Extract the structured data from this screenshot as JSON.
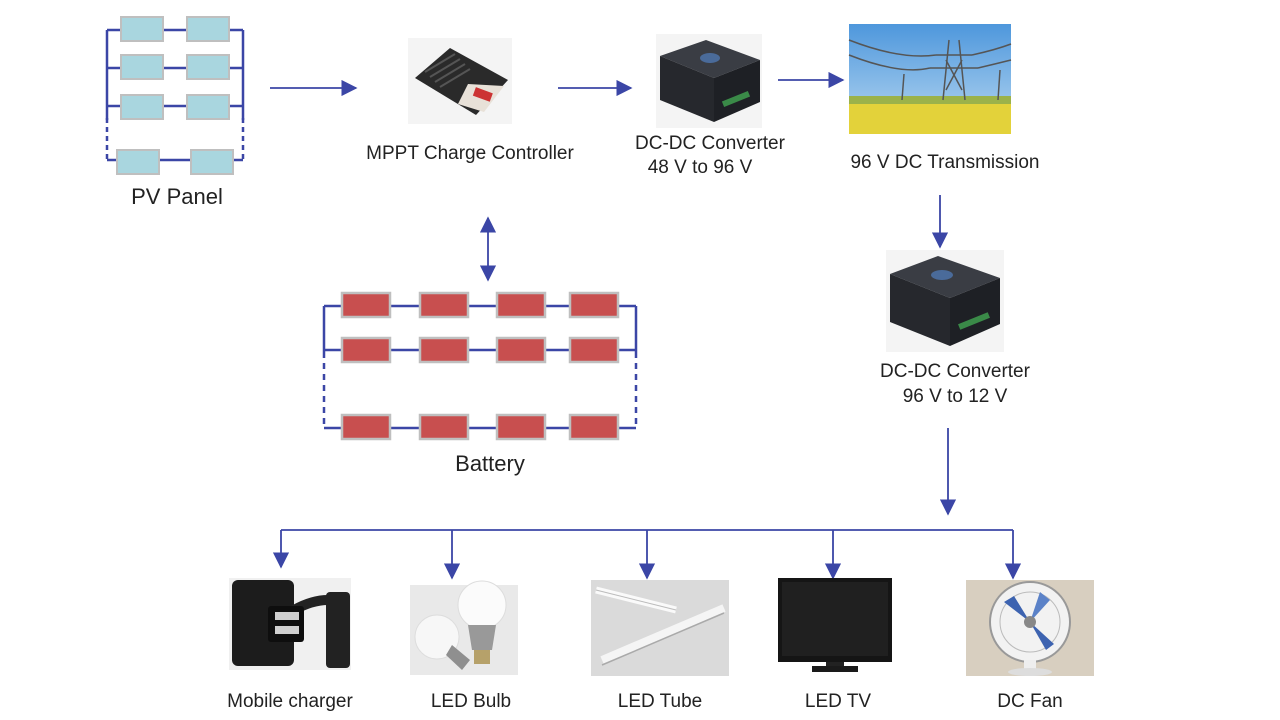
{
  "labels": {
    "pv_panel": "PV Panel",
    "mppt": "MPPT Charge Controller",
    "dcdc1_line1": "DC-DC Converter",
    "dcdc1_line2": "48 V to 96 V",
    "transmission": "96 V DC Transmission",
    "dcdc2_line1": "DC-DC Converter",
    "dcdc2_line2": "96 V to 12 V",
    "battery": "Battery"
  },
  "loads": [
    {
      "label": "Mobile charger",
      "icon": "mobile-charger-icon"
    },
    {
      "label": "LED Bulb",
      "icon": "led-bulb-icon"
    },
    {
      "label": "LED Tube",
      "icon": "led-tube-icon"
    },
    {
      "label": "LED TV",
      "icon": "led-tv-icon"
    },
    {
      "label": "DC Fan",
      "icon": "dc-fan-icon"
    }
  ],
  "colors": {
    "wire": "#3b46a6",
    "pv_cell": "#a9d6df",
    "battery_cell": "#c84f4f",
    "cell_border": "#bfbfbf",
    "device_dark": "#2b2b2b",
    "sky": "#5aa3e0",
    "grass": "#e3d23a"
  }
}
